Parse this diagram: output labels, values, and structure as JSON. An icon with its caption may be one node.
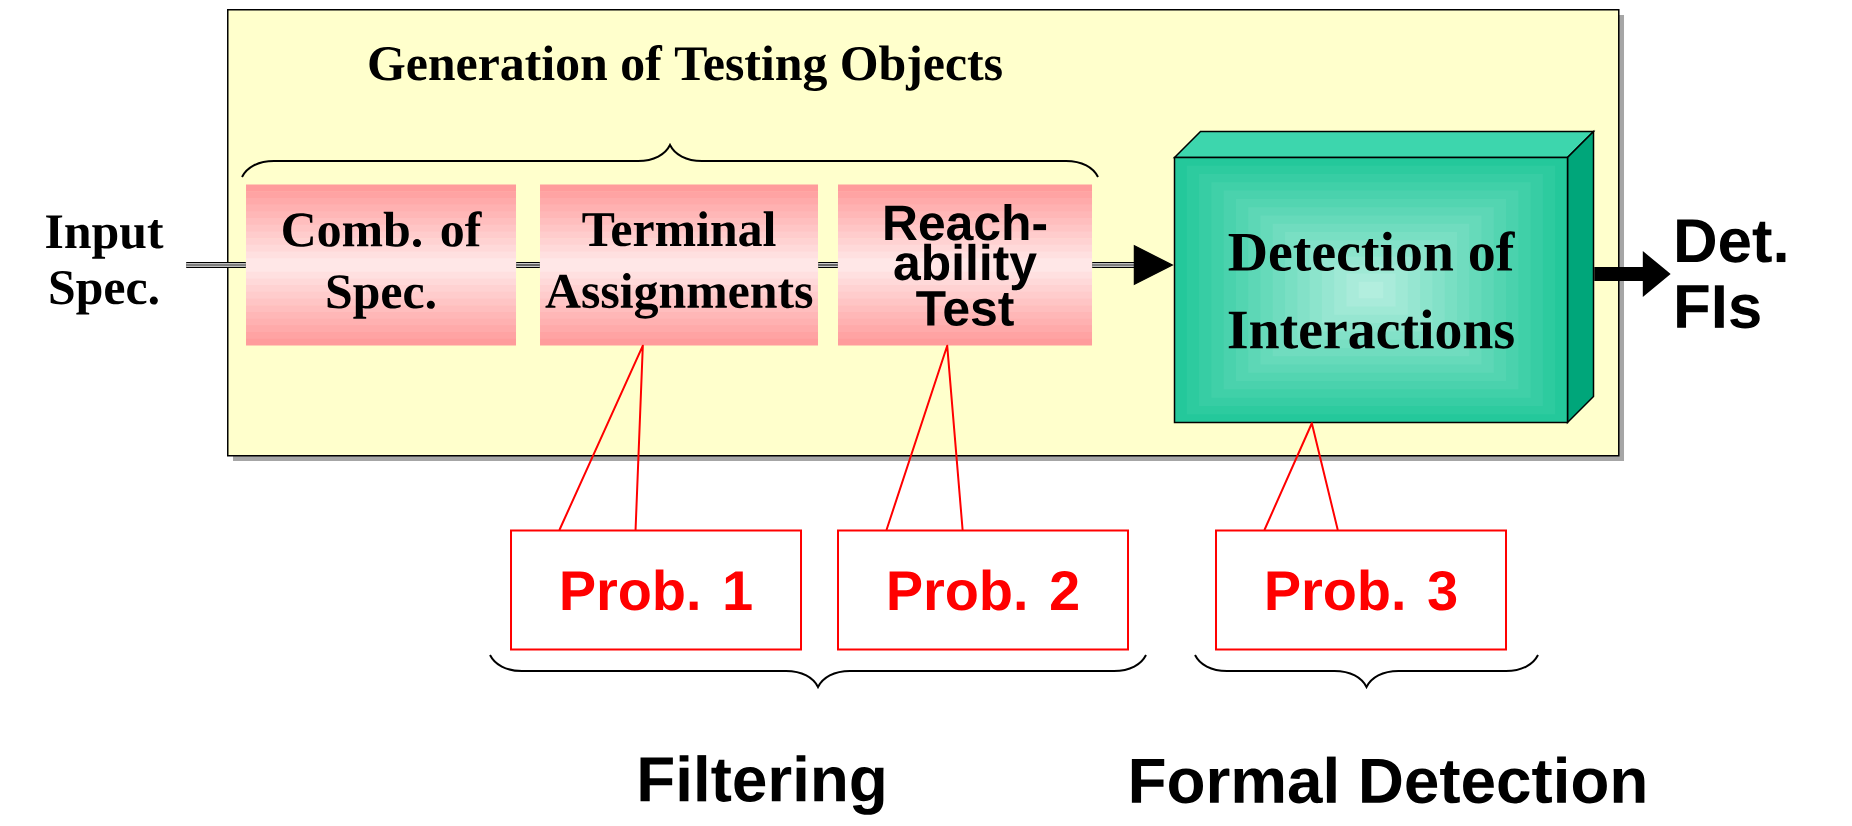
{
  "diagram": {
    "nodes": [
      {
        "text": [
          "Generation of Testing Objects"
        ]
      },
      {
        "text": [
          "Input Spec."
        ]
      },
      {
        "text": [
          "Comb. of Spec."
        ],
        "in": 0
      },
      {
        "text": [
          "Terminal Assignments"
        ],
        "in": 0
      },
      {
        "text": [
          "Reach- ability Test"
        ],
        "in": 0
      },
      {
        "text": [
          "Detection of Interactions"
        ],
        "in": 0
      },
      {
        "text": [
          "Det. FIs"
        ]
      },
      {
        "text": [
          "Prob. 1"
        ]
      },
      {
        "text": [
          "Prob. 2"
        ]
      },
      {
        "text": [
          "Prob. 3"
        ]
      }
    ],
    "edges": [
      {
        "from": 1,
        "to": 2,
        "arrow": "none"
      },
      {
        "from": 2,
        "to": 3,
        "arrow": "none"
      },
      {
        "from": 3,
        "to": 4,
        "arrow": "none"
      },
      {
        "from": 4,
        "to": 5,
        "arrow": "to"
      },
      {
        "from": 5,
        "to": 6,
        "arrow": "to",
        "style": "thick"
      },
      {
        "from": 7,
        "to": 3,
        "arrow": "none",
        "color": "#ff0000"
      },
      {
        "from": 8,
        "to": 4,
        "arrow": "none",
        "color": "#ff0000"
      },
      {
        "from": 9,
        "to": 5,
        "arrow": "none",
        "color": "#ff0000"
      }
    ],
    "labels": [
      "Filtering",
      "Formal Detection"
    ]
  }
}
